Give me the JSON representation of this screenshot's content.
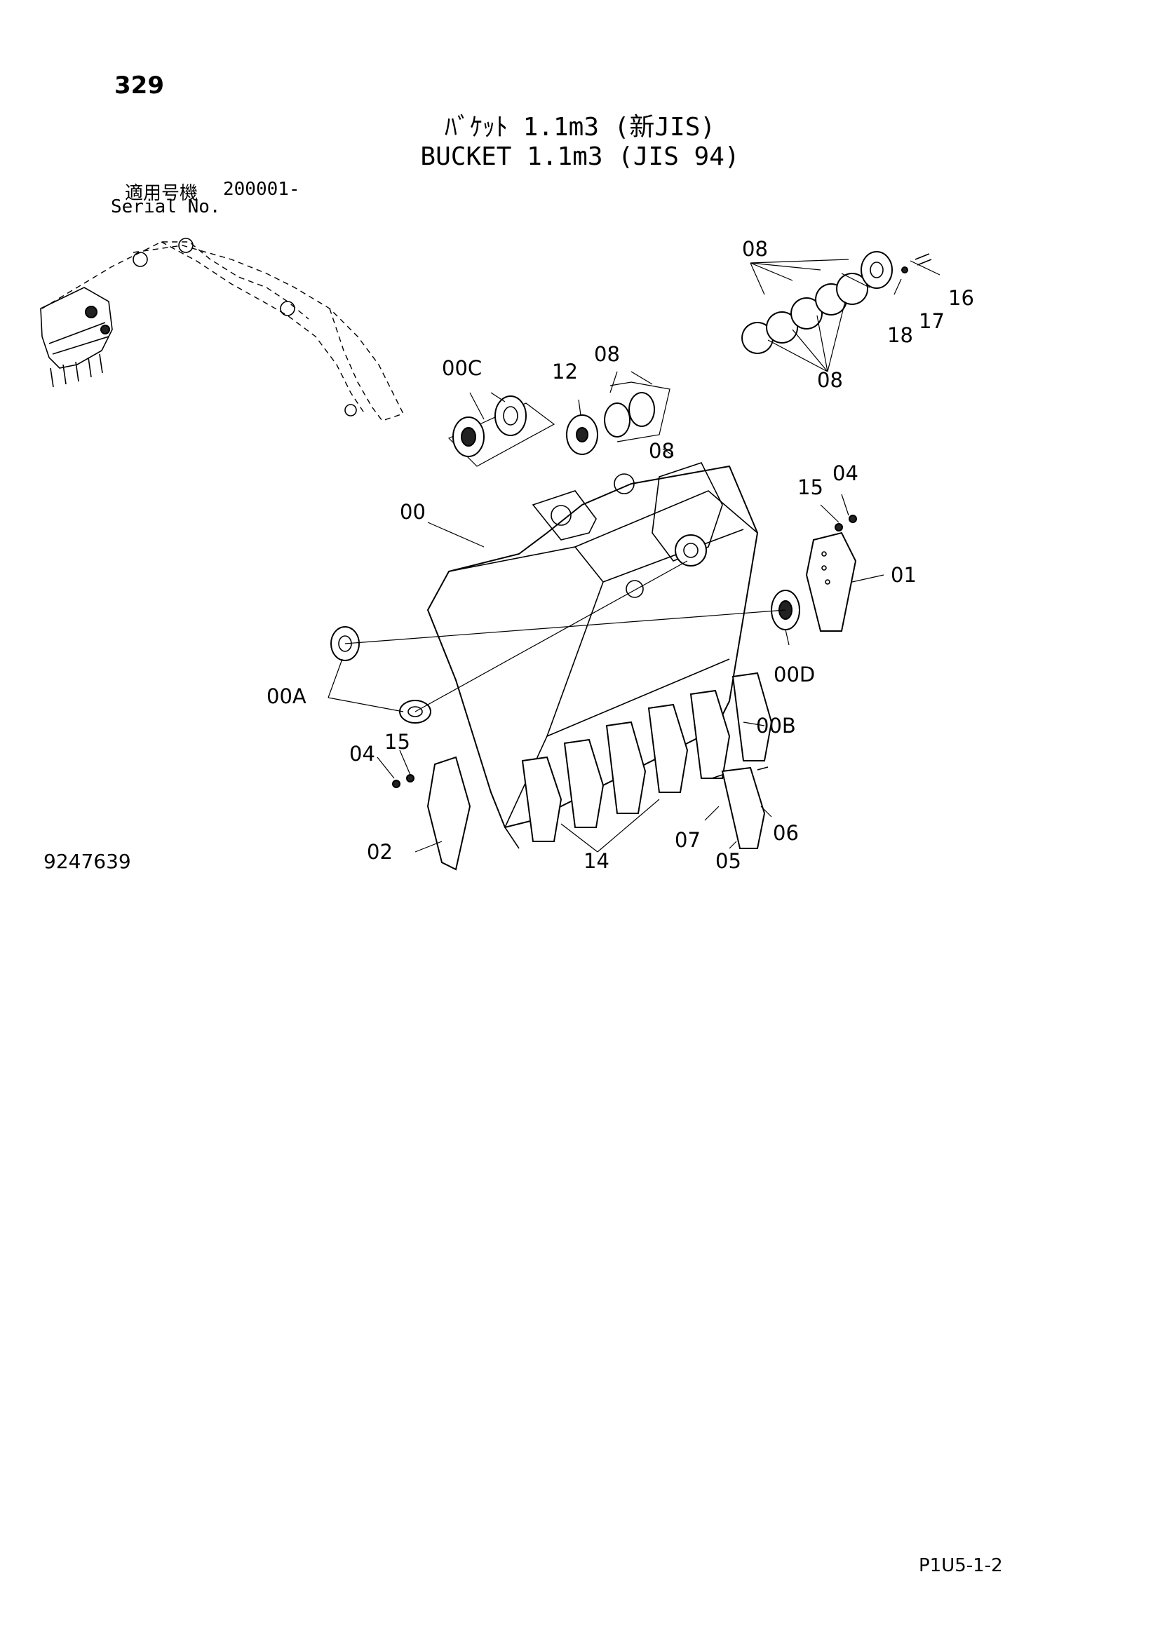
{
  "header": {
    "page_number": "329",
    "title_jp": "ﾊﾞｹｯﾄ 1.1m3 (新JIS)",
    "title_en": "BUCKET 1.1m3 (JIS 94)",
    "serial_label_jp": "適用号機",
    "serial_value": "200001-",
    "serial_label_en": "Serial No."
  },
  "diagram": {
    "callouts": [
      "08",
      "16",
      "17",
      "18",
      "08",
      "00C",
      "12",
      "08",
      "08",
      "00",
      "15",
      "04",
      "01",
      "00D",
      "00A",
      "00B",
      "04",
      "15",
      "07",
      "06",
      "02",
      "14",
      "05"
    ]
  },
  "footer": {
    "illustration_id": "9247639",
    "page_code": "P1U5-1-2"
  }
}
